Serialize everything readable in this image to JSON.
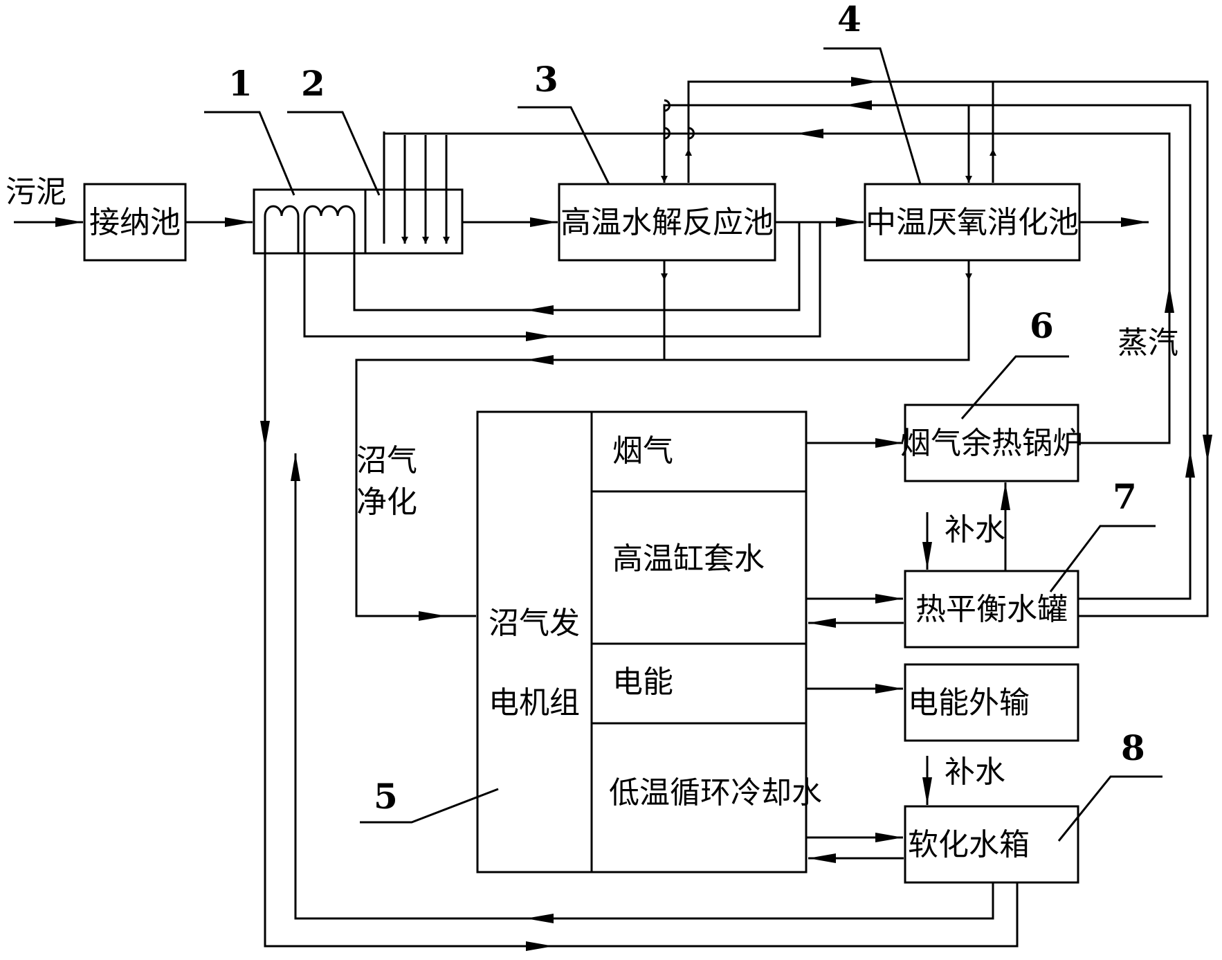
{
  "labels": {
    "sludge_in": "污泥",
    "receiving_tank": "接纳池",
    "hydrolysis_tank": "高温水解反应池",
    "digestion_tank": "中温厌氧消化池",
    "biogas_purification_1": "沼气",
    "biogas_purification_2": "净化",
    "generator_1": "沼气发",
    "generator_2": "电机组",
    "flue_gas": "烟气",
    "jacket_water": "高温缸套水",
    "electricity": "电能",
    "low_temp_water": "低温循环冷却水",
    "waste_heat_boiler": "烟气余热锅炉",
    "heat_balance_tank": "热平衡水罐",
    "power_export": "电能外输",
    "softened_water_tank": "软化水箱",
    "makeup_water_1": "补水",
    "makeup_water_2": "补水",
    "steam": "蒸汽"
  },
  "reference_numbers": [
    "1",
    "2",
    "3",
    "4",
    "5",
    "6",
    "7",
    "8"
  ]
}
